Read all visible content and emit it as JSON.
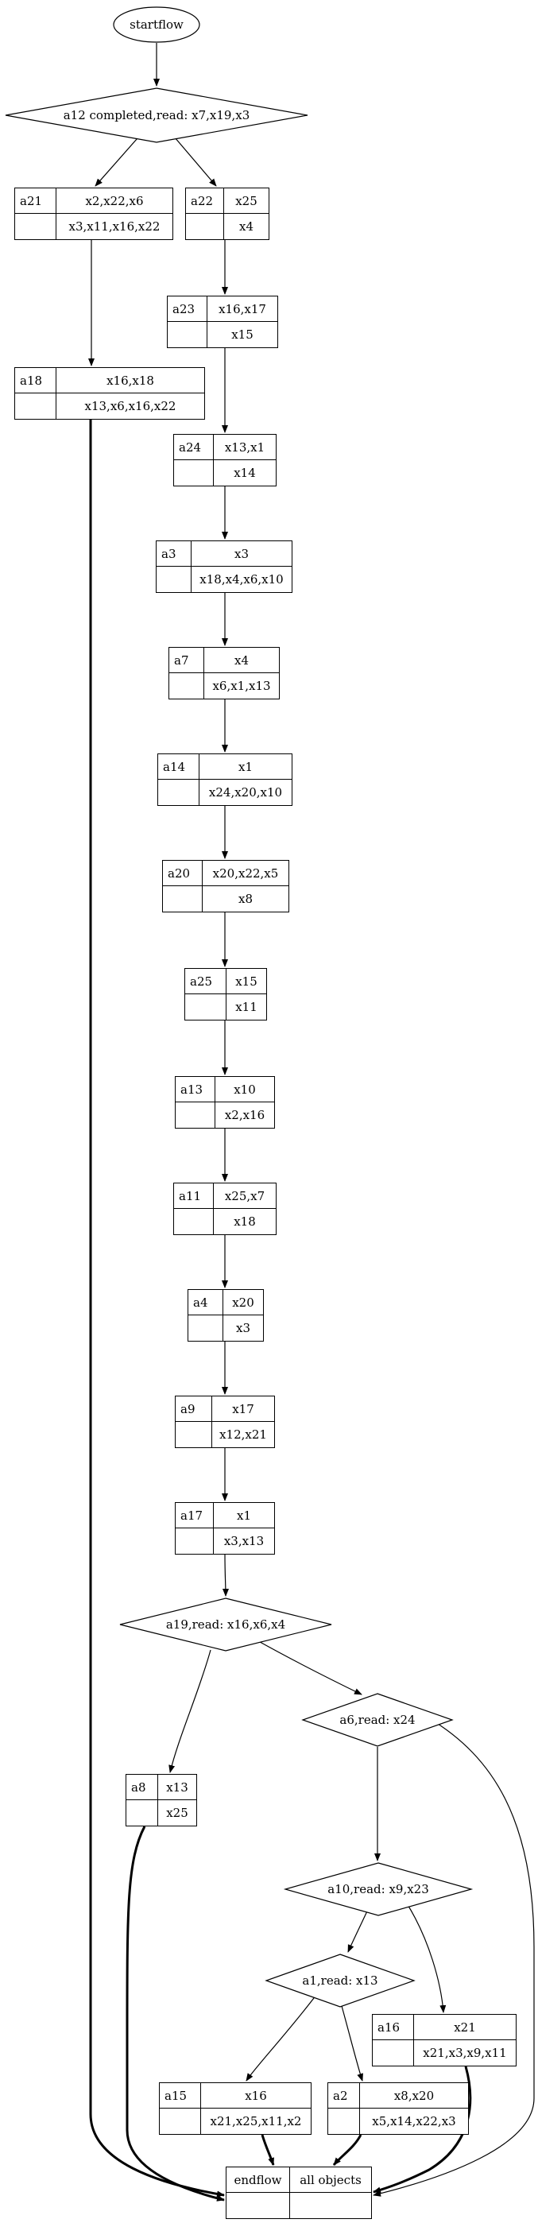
{
  "diagram": {
    "start": {
      "label": "startflow"
    },
    "decisions": [
      {
        "id": "d_a12",
        "label": "a12 completed,read: x7,x19,x3"
      },
      {
        "id": "d_a19",
        "label": "a19,read: x16,x6,x4"
      },
      {
        "id": "d_a6",
        "label": "a6,read: x24"
      },
      {
        "id": "d_a10",
        "label": "a10,read: x9,x23"
      },
      {
        "id": "d_a1",
        "label": "a1,read: x13"
      }
    ],
    "activities": [
      {
        "id": "a21",
        "label": "a21",
        "reads": "x2,x22,x6",
        "writes": "x3,x11,x16,x22"
      },
      {
        "id": "a22",
        "label": "a22",
        "reads": "x25",
        "writes": "x4"
      },
      {
        "id": "a23",
        "label": "a23",
        "reads": "x16,x17",
        "writes": "x15"
      },
      {
        "id": "a18",
        "label": "a18",
        "reads": "x16,x18",
        "writes": "x13,x6,x16,x22"
      },
      {
        "id": "a24",
        "label": "a24",
        "reads": "x13,x1",
        "writes": "x14"
      },
      {
        "id": "a3",
        "label": "a3",
        "reads": "x3",
        "writes": "x18,x4,x6,x10"
      },
      {
        "id": "a7",
        "label": "a7",
        "reads": "x4",
        "writes": "x6,x1,x13"
      },
      {
        "id": "a14",
        "label": "a14",
        "reads": "x1",
        "writes": "x24,x20,x10"
      },
      {
        "id": "a20",
        "label": "a20",
        "reads": "x20,x22,x5",
        "writes": "x8"
      },
      {
        "id": "a25",
        "label": "a25",
        "reads": "x15",
        "writes": "x11"
      },
      {
        "id": "a13",
        "label": "a13",
        "reads": "x10",
        "writes": "x2,x16"
      },
      {
        "id": "a11",
        "label": "a11",
        "reads": "x25,x7",
        "writes": "x18"
      },
      {
        "id": "a4",
        "label": "a4",
        "reads": "x20",
        "writes": "x3"
      },
      {
        "id": "a9",
        "label": "a9",
        "reads": "x17",
        "writes": "x12,x21"
      },
      {
        "id": "a17",
        "label": "a17",
        "reads": "x1",
        "writes": "x3,x13"
      },
      {
        "id": "a8",
        "label": "a8",
        "reads": "x13",
        "writes": "x25"
      },
      {
        "id": "a16",
        "label": "a16",
        "reads": "x21",
        "writes": "x21,x3,x9,x11"
      },
      {
        "id": "a15",
        "label": "a15",
        "reads": "x16",
        "writes": "x21,x25,x11,x2"
      },
      {
        "id": "a2",
        "label": "a2",
        "reads": "x8,x20",
        "writes": "x5,x14,x22,x3"
      }
    ],
    "end": {
      "label": "endflow",
      "detail": "all objects"
    }
  }
}
